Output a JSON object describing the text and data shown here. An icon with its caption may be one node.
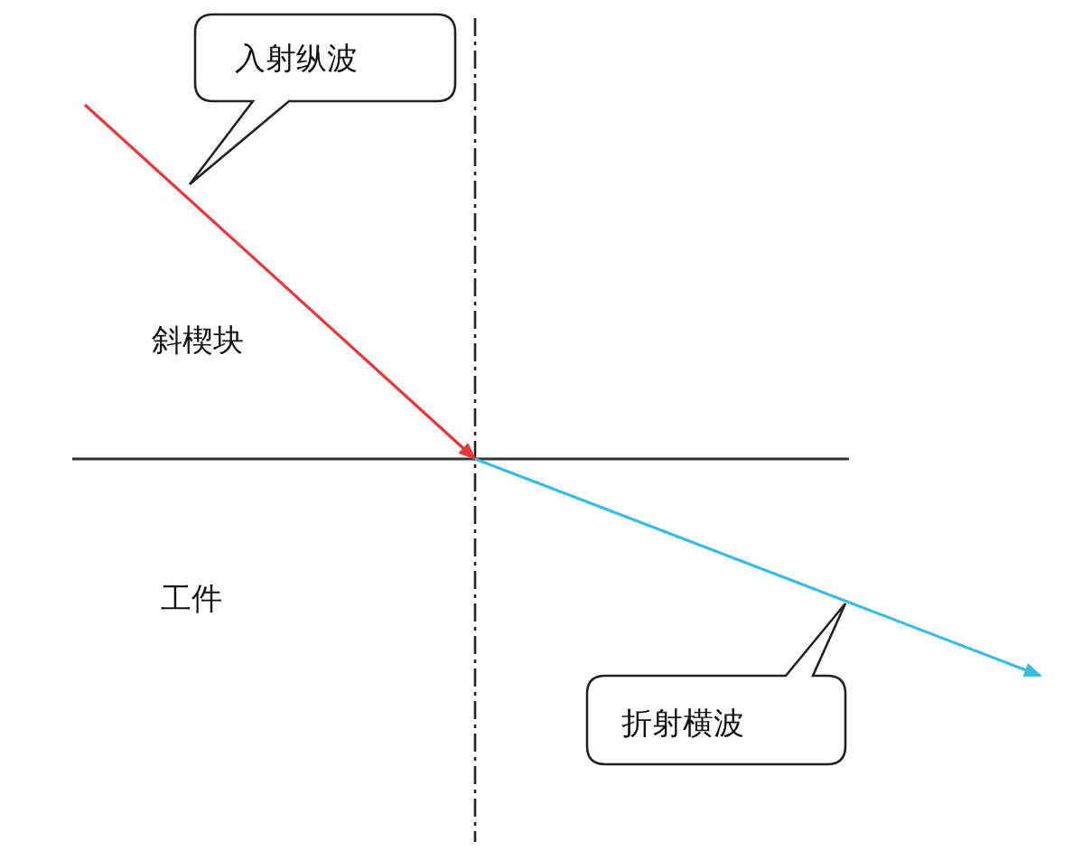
{
  "diagram": {
    "nodes": [
      {
        "text": [
          "入射纵波"
        ]
      },
      {
        "text": [
          "折射横波"
        ]
      },
      {
        "text": [],
        "shape": "point"
      }
    ],
    "edges": [
      {
        "from": null,
        "to": 2,
        "arrow": "to",
        "color": "#e8363a"
      },
      {
        "from": 2,
        "to": null,
        "arrow": "to",
        "color": "#38bde0"
      }
    ],
    "labels": [
      "斜楔块",
      "工件"
    ]
  }
}
